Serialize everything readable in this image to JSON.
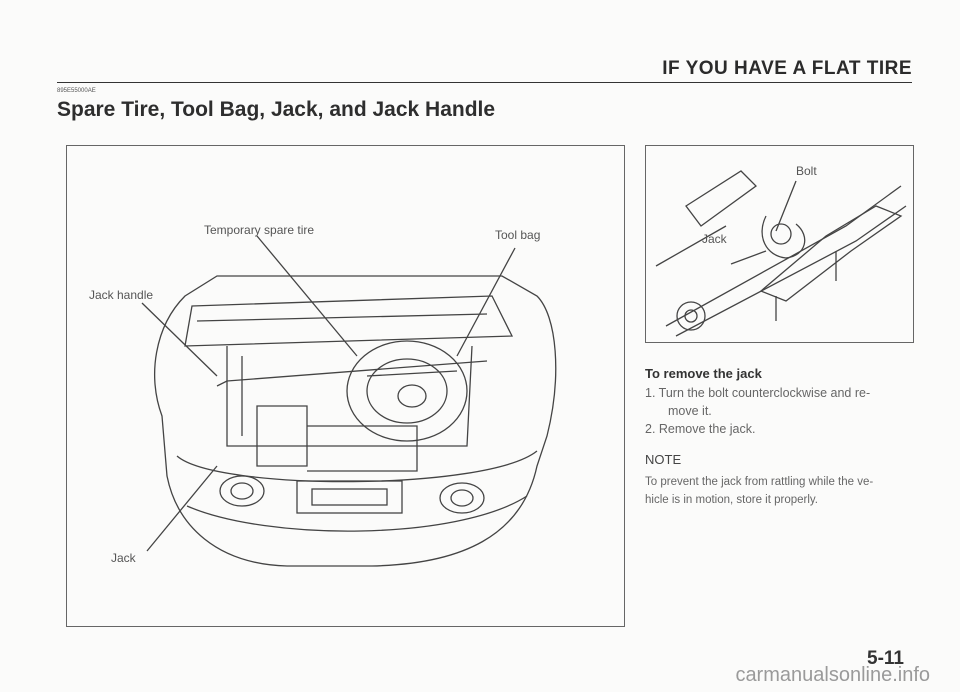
{
  "header": {
    "section_title": "IF YOU HAVE A FLAT TIRE"
  },
  "content": {
    "ref_code": "895E55000AE",
    "title": "Spare Tire, Tool Bag, Jack, and Jack Handle",
    "fig1_labels": {
      "spare": "Temporary spare tire",
      "toolbag": "Tool bag",
      "handle": "Jack handle",
      "jack": "Jack"
    },
    "fig2_labels": {
      "bolt": "Bolt",
      "jack": "Jack"
    },
    "subheading": "To remove the jack",
    "steps": [
      "1.  Turn the bolt counterclockwise and re-",
      "move it.",
      "2.  Remove the jack."
    ],
    "note_heading": "NOTE",
    "note_lines": [
      "To prevent the jack from rattling while the ve-",
      "hicle is in motion, store it properly."
    ]
  },
  "footer": {
    "page_number": "5-11",
    "watermark": "carmanualsonline.info"
  }
}
